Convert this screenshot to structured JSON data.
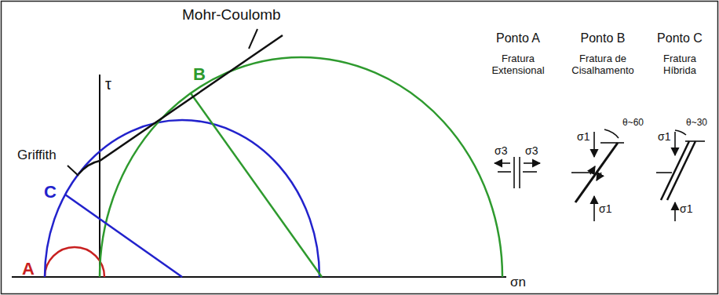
{
  "diagram": {
    "labels": [
      "Mohr-Coulomb",
      "τ",
      "Griffith",
      "B",
      "C",
      "A",
      "σn",
      "Ponto A",
      "Ponto B",
      "Ponto C",
      "Fratura Extensional",
      "Fratura de Cisalhamento",
      "Fratura Híbrida",
      "σ3",
      "σ3",
      "θ~60",
      "σ1",
      "σ1",
      "θ~30",
      "σ1",
      "σ1"
    ]
  }
}
